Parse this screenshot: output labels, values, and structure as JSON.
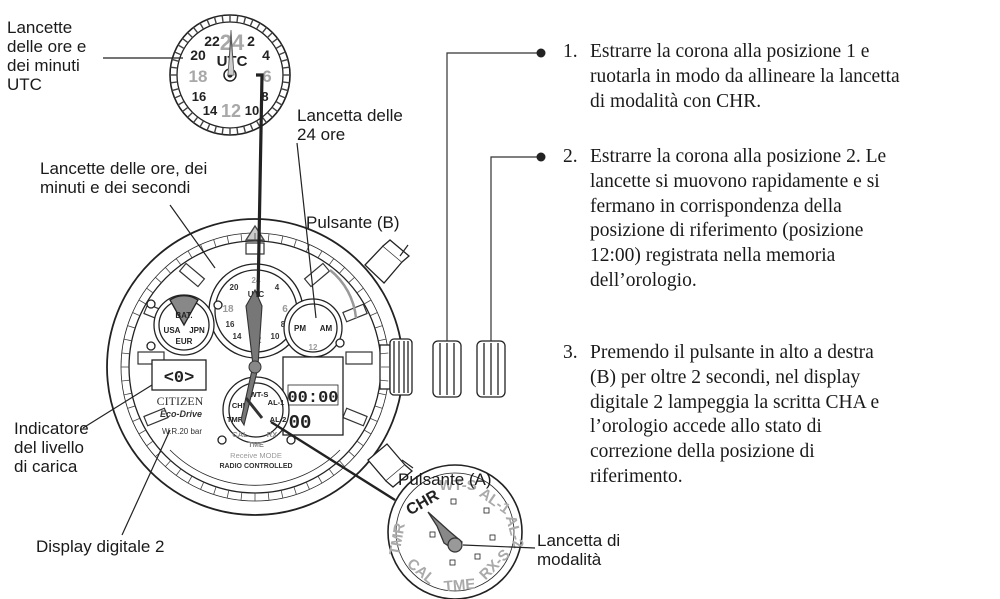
{
  "labels": {
    "utc_hands": "Lancette\ndelle ore e\ndei minuti\nUTC",
    "hand_24h": "Lancetta delle\n24 ore",
    "main_hands": "Lancette delle ore, dei\nminuti e dei secondi",
    "button_b": "Pulsante (B)",
    "button_a": "Pulsante (A)",
    "charge_indicator": "Indicatore\ndel livello\ndi carica",
    "digital_display_2": "Display digitale 2",
    "mode_hand": "Lancetta di\nmodalità"
  },
  "watch_text": {
    "brand": "CITIZEN",
    "sub_brand": "Eco-Drive",
    "water_resistance": "W.R.20 bar",
    "radio": "RADIO CONTROLLED",
    "receive_mode": "Receive MODE",
    "lcd_time": "00:00",
    "lcd_seconds": "00",
    "lcd_left": "<0>",
    "subdial_left": [
      "BAT.",
      "USA",
      "JPN",
      "EUR"
    ],
    "subdial_right": [
      "PM",
      "AM",
      "12"
    ],
    "subdial_center": [
      "20",
      "24",
      "4",
      "UTC",
      "18",
      "6",
      "16",
      "8",
      "14",
      "12",
      "10"
    ],
    "mode_ring_small": [
      "WT-S",
      "AL-1",
      "CHR",
      "TMR",
      "AL-2",
      "CAL",
      "RX",
      "TME"
    ]
  },
  "utc_zoom": {
    "numbers": [
      "22",
      "24",
      "2",
      "20",
      "4",
      "18",
      "6",
      "16",
      "8",
      "14",
      "12",
      "10"
    ],
    "center_label": "UTC"
  },
  "mode_zoom": {
    "labels": [
      "CHR",
      "WT-S",
      "AL-1",
      "AL-2",
      "RX-S",
      "TME",
      "CAL",
      "TMR"
    ]
  },
  "steps": [
    {
      "num": "1.",
      "text": "Estrarre la corona alla posizione 1 e\nruotarla in modo da allineare la lancetta\ndi modalità con CHR."
    },
    {
      "num": "2.",
      "text": "Estrarre la corona alla posizione 2. Le\nlancette si muovono rapidamente e si\nfermano in corrispondenza della\nposizione di riferimento (posizione\n12:00) registrata nella memoria\ndell’orologio."
    },
    {
      "num": "3.",
      "text": "Premendo il pulsante in alto a destra\n(B) per oltre 2 secondi, nel display\ndigitale 2 lampeggia la scritta CHA e\nl’orologio accede allo stato di\ncorrezione della posizione di\nriferimento."
    }
  ]
}
